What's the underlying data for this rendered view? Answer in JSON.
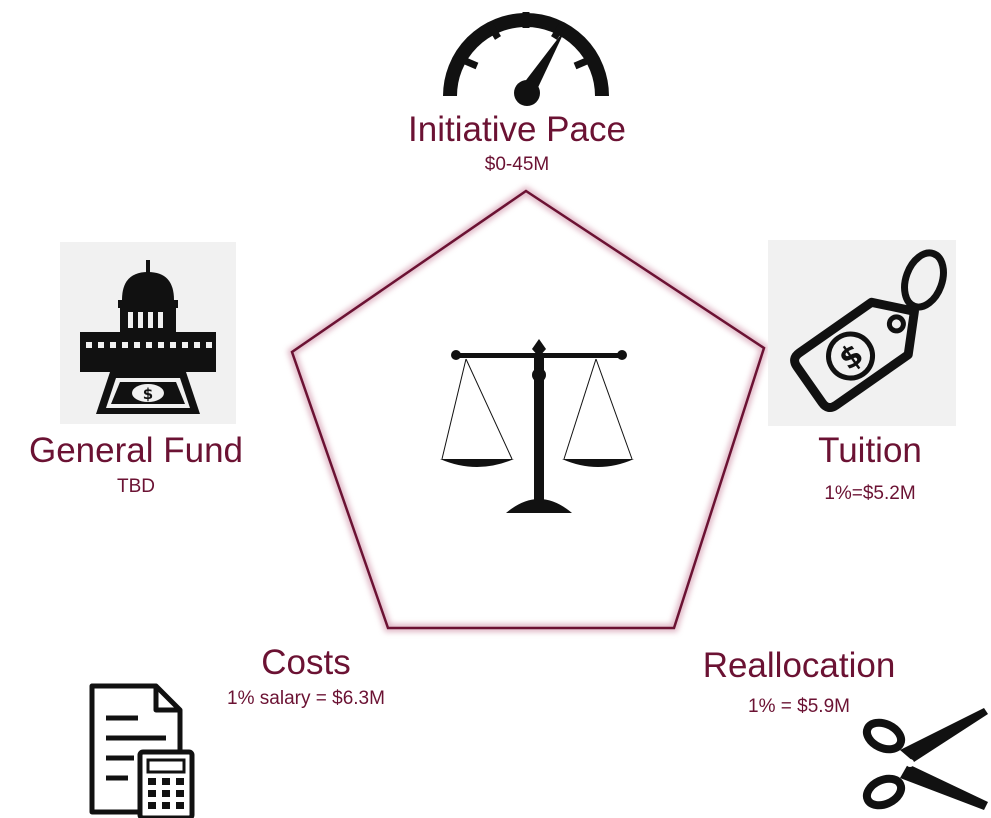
{
  "colors": {
    "text": "#6b1233",
    "pentagon_stroke": "#6b1233",
    "icon": "#111111",
    "icon_bg": "#f1f1f1"
  },
  "icons": {
    "top": "speedometer-icon",
    "center": "balance-scale-icon",
    "left": "capitol-building-money-icon",
    "right": "price-tag-dollar-icon",
    "bottom_left": "document-calculator-icon",
    "bottom_right": "scissors-icon"
  },
  "nodes": {
    "initiative_pace": {
      "title": "Initiative Pace",
      "value": "$0-45M"
    },
    "general_fund": {
      "title": "General Fund",
      "value": "TBD"
    },
    "tuition": {
      "title": "Tuition",
      "value": "1%=$5.2M"
    },
    "costs": {
      "title": "Costs",
      "value": "1% salary = $6.3M"
    },
    "reallocation": {
      "title": "Reallocation",
      "value": "1% = $5.9M"
    }
  }
}
